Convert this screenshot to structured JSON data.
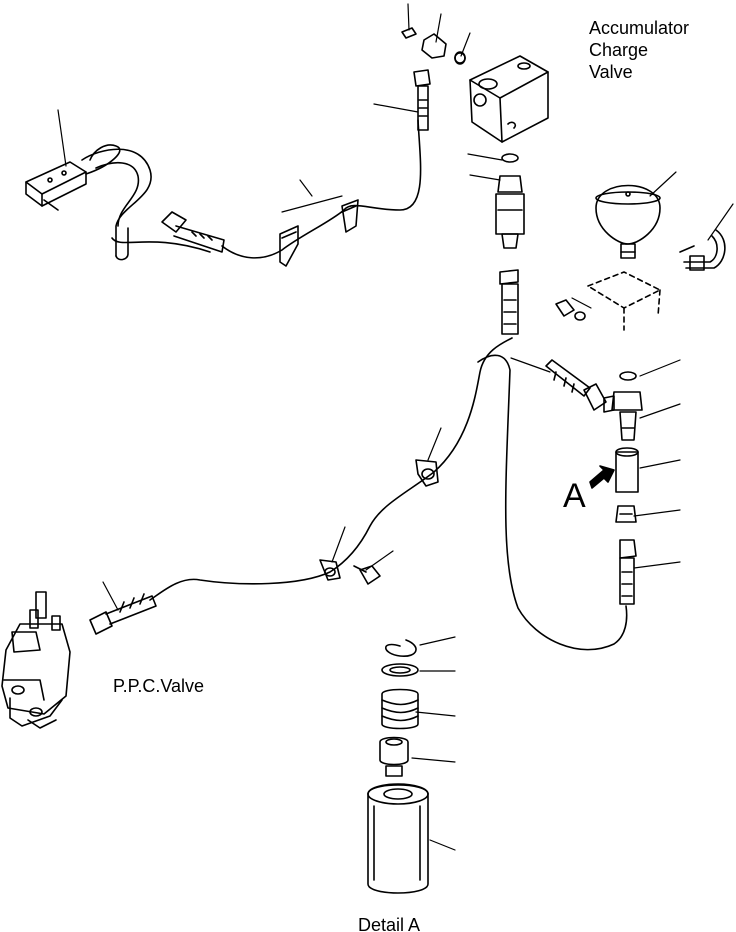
{
  "labels": {
    "accumulator_line1": "Accumulator",
    "accumulator_line2": "Charge",
    "accumulator_line3": "Valve",
    "ppc_valve": "P.P.C.Valve",
    "detail": "Detail A",
    "callout_a": "A"
  },
  "colors": {
    "line": "#000000",
    "background": "#ffffff"
  }
}
